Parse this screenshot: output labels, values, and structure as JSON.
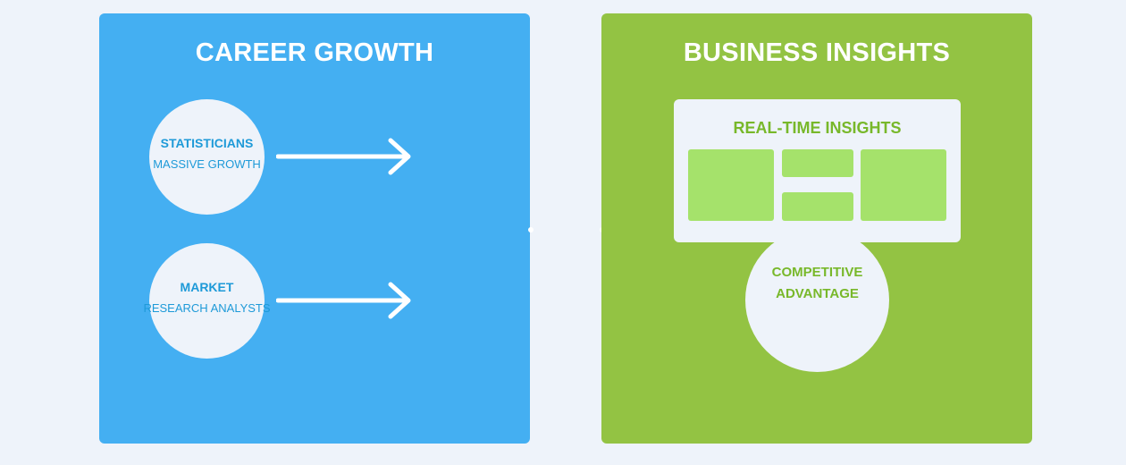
{
  "left_panel": {
    "title": "CAREER GROWTH",
    "color": "#44aff2",
    "roles": [
      {
        "role": "STATISTICIANS",
        "growth": "MASSIVE GROWTH"
      },
      {
        "role": "MARKET",
        "growth": "RESEARCH ANALYSTS"
      }
    ]
  },
  "right_panel": {
    "title": "BUSINESS INSIGHTS",
    "color": "#93c343",
    "card_title": "REAL-TIME INSIGHTS",
    "advantage": "COMPETITIVE ADVANTAGE"
  },
  "icons": [
    "arrow-right-icon",
    "arrow-right-icon",
    "connector-line"
  ]
}
